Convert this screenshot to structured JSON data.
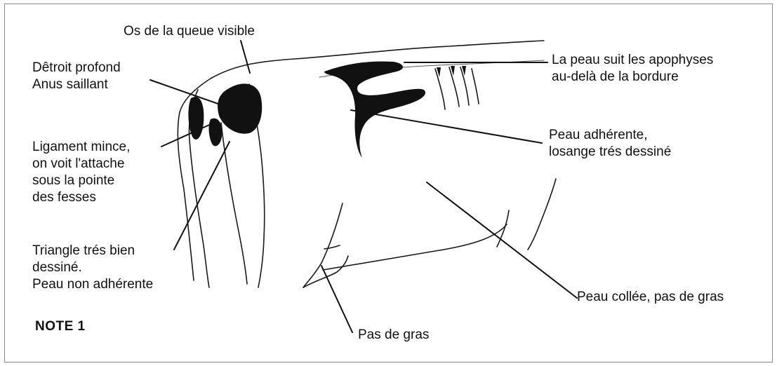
{
  "labels": {
    "os_queue": "Os de la queue visible",
    "detroit_1": "Dêtroit profond",
    "detroit_2": "Anus saillant",
    "ligament_1": "Ligament mince,",
    "ligament_2": "on voit l'attache",
    "ligament_3": "sous la pointe",
    "ligament_4": "des fesses",
    "triangle_1": "Triangle trés bien",
    "triangle_2": "dessiné.",
    "triangle_3": "Peau non adhérente",
    "peau_suit_1": "La peau suit les apophyses",
    "peau_suit_2": "au-delà de la bordure",
    "peau_adh_1": "Peau adhérente,",
    "peau_adh_2": "losange trés dessiné",
    "peau_collee": "Peau collée, pas de gras",
    "pas_de_gras": "Pas de gras",
    "note": "NOTE 1"
  }
}
